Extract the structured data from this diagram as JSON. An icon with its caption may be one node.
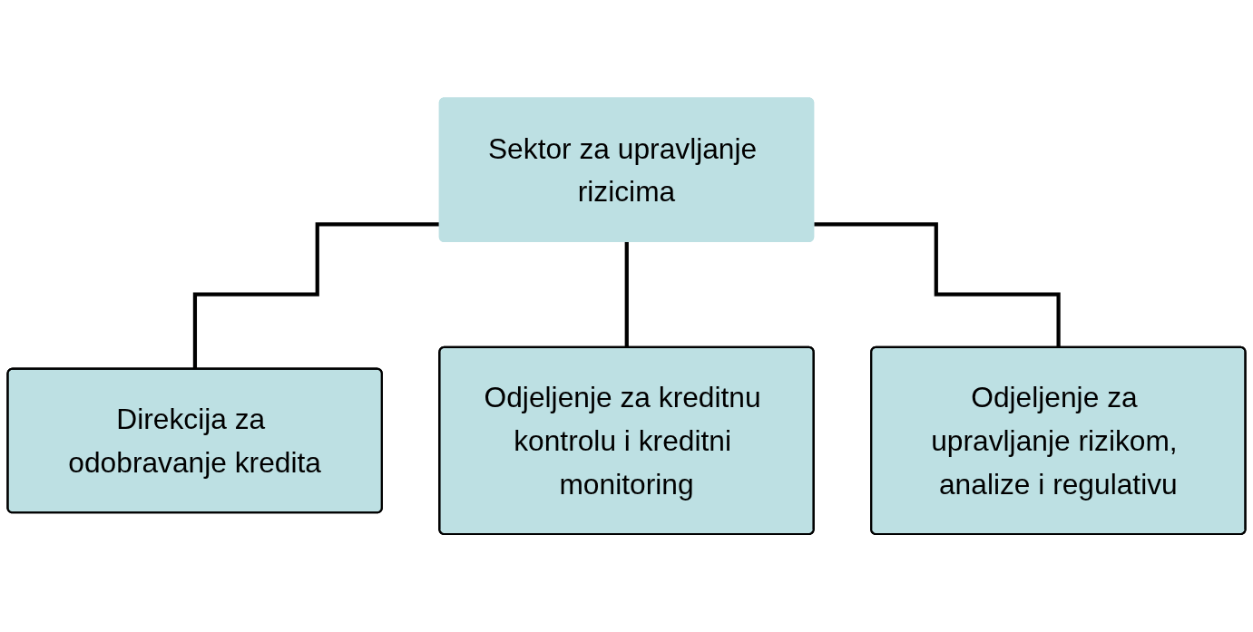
{
  "diagram": {
    "nodes": [
      {
        "text": [
          "Sektor za upravljanje rizicima"
        ]
      },
      {
        "text": [
          "Direkcija za odobravanje kredita"
        ]
      },
      {
        "text": [
          "Odjeljenje za kreditnu kontrolu i kreditni monitoring"
        ]
      },
      {
        "text": [
          "Odjeljenje za upravljanje rizikom, analize i regulativu"
        ]
      }
    ],
    "edges": [
      {
        "from": 0,
        "to": 1,
        "arrow": "none"
      },
      {
        "from": 0,
        "to": 2,
        "arrow": "none"
      },
      {
        "from": 0,
        "to": 3,
        "arrow": "none"
      }
    ]
  }
}
